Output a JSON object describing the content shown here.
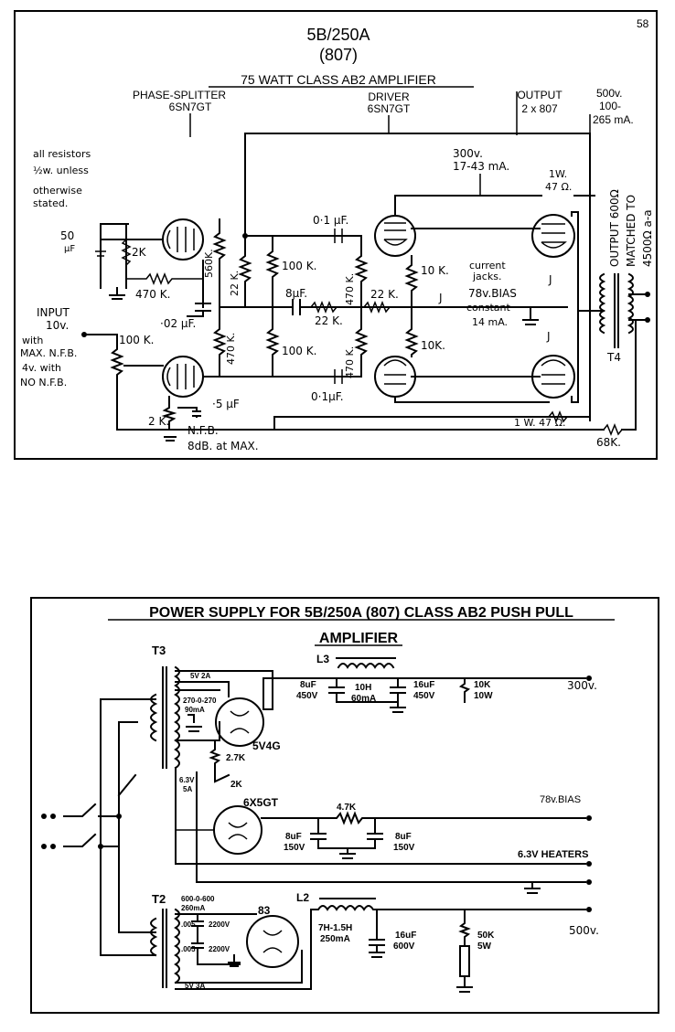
{
  "top": {
    "page_number": "58",
    "title_line1": "5B/250A",
    "title_line2": "(807)",
    "subtitle": "75 WATT CLASS AB2 AMPLIFIER",
    "phase_splitter_label": "PHASE-SPLITTER",
    "phase_splitter_tube": "6SN7GT",
    "driver_label": "DRIVER",
    "driver_tube": "6SN7GT",
    "output_label": "OUTPUT",
    "output_tubes": "2 x 807",
    "hv_line1": "500v.",
    "hv_line2": "100-",
    "hv_line3": "265 mA.",
    "note_line1": "all resistors",
    "note_line2": "½w. unless",
    "note_line3": "otherwise",
    "note_line4": "stated.",
    "cap_50uf_1": "50",
    "cap_50uf_2": "μF",
    "r_2k_cathode": "2K",
    "r_470k_a": "470 K.",
    "r_560k": "560K.",
    "cap_02uf": "·02 μF.",
    "cap_01uf_top": "0·1 μF.",
    "cap_01uf_bottom": "0·1μF.",
    "r_22k_left": "22 K.",
    "r_100k_top": "100 K.",
    "r_100k_bottom": "100 K.",
    "cap_8uf": "8μF.",
    "r_22k_center": "22 K.",
    "r_22k_right": "22 K.",
    "r_470k_mid_top": "470 K.",
    "r_470k_mid_bottom": "470 K.",
    "r_470k_left_bottom": "470 K.",
    "r_10k_top": "10 K.",
    "r_10k_bottom": "10K.",
    "supply_300_1": "300v.",
    "supply_300_2": "17-43 mA.",
    "r_1w_47_top_1": "1W.",
    "r_1w_47_top_2": "47 Ω.",
    "current_jacks_1": "current",
    "current_jacks_2": "jacks.",
    "jack_j": "J",
    "bias_1": "78v.BIAS",
    "bias_2": "constant",
    "bias_3": "14 mA.",
    "input_1": "INPUT",
    "input_2": "10v.",
    "input_3": "with",
    "input_4": "MAX. N.F.B.",
    "input_5": "4v. with",
    "input_6": "NO N.F.B.",
    "pot_100k": "100 K.",
    "pot_2k": "2 K.",
    "nfb": "N.F.B.",
    "nfb_db": "8dB. at MAX.",
    "cap_5uf": "·5 μF",
    "r_1w_47_bottom": "1 W. 47 Ω.",
    "r_68k": "68K.",
    "output_note_1": "OUTPUT 600Ω",
    "output_note_2": "MATCHED TO",
    "output_note_3": "4500Ω a-a",
    "t4": "T4"
  },
  "psu": {
    "title_line1": "POWER SUPPLY FOR  5B/250A (807)  CLASS AB2 PUSH PULL",
    "title_line2": "AMPLIFIER",
    "t3": "T3",
    "t3_5v": "5V  2A",
    "t3_hv_1": "270-0-270",
    "t3_hv_2": "90mA",
    "t3_63_1": "6.3V",
    "t3_63_2": "5A",
    "tube_5v4g": "5V4G",
    "r_27k": "2.7K",
    "r_2k": "2K",
    "tube_6x5gt": "6X5GT",
    "l3": "L3",
    "c_8uf_1": "8uF",
    "c_8uf_2": "450V",
    "l3_1": "10H",
    "l3_2": "60mA",
    "c_16uf_1": "16uF",
    "c_16uf_2": "450V",
    "r_10k_1": "10K",
    "r_10k_2": "10W",
    "out_300": "300v.",
    "r_47k": "4.7K",
    "c_bias_l_1": "8uF",
    "c_bias_l_2": "150V",
    "c_bias_r_1": "8uF",
    "c_bias_r_2": "150V",
    "out_bias": "78v.BIAS",
    "out_heaters": "6.3V HEATERS",
    "t2": "T2",
    "t2_hv_1": "600-0-600",
    "t2_hv_2": "260mA",
    "c_005_a": ".005",
    "c_2200_a": "2200V",
    "c_005_b": ".005",
    "c_2200_b": "2200V",
    "t2_5v": "5V  3A",
    "tube_83": "83",
    "l2": "L2",
    "l2_1": "7H-1.5H",
    "l2_2": "250mA",
    "c_16uf_600_1": "16uF",
    "c_16uf_600_2": "600V",
    "r_50k_1": "50K",
    "r_50k_2": "5W",
    "out_500": "500v."
  }
}
